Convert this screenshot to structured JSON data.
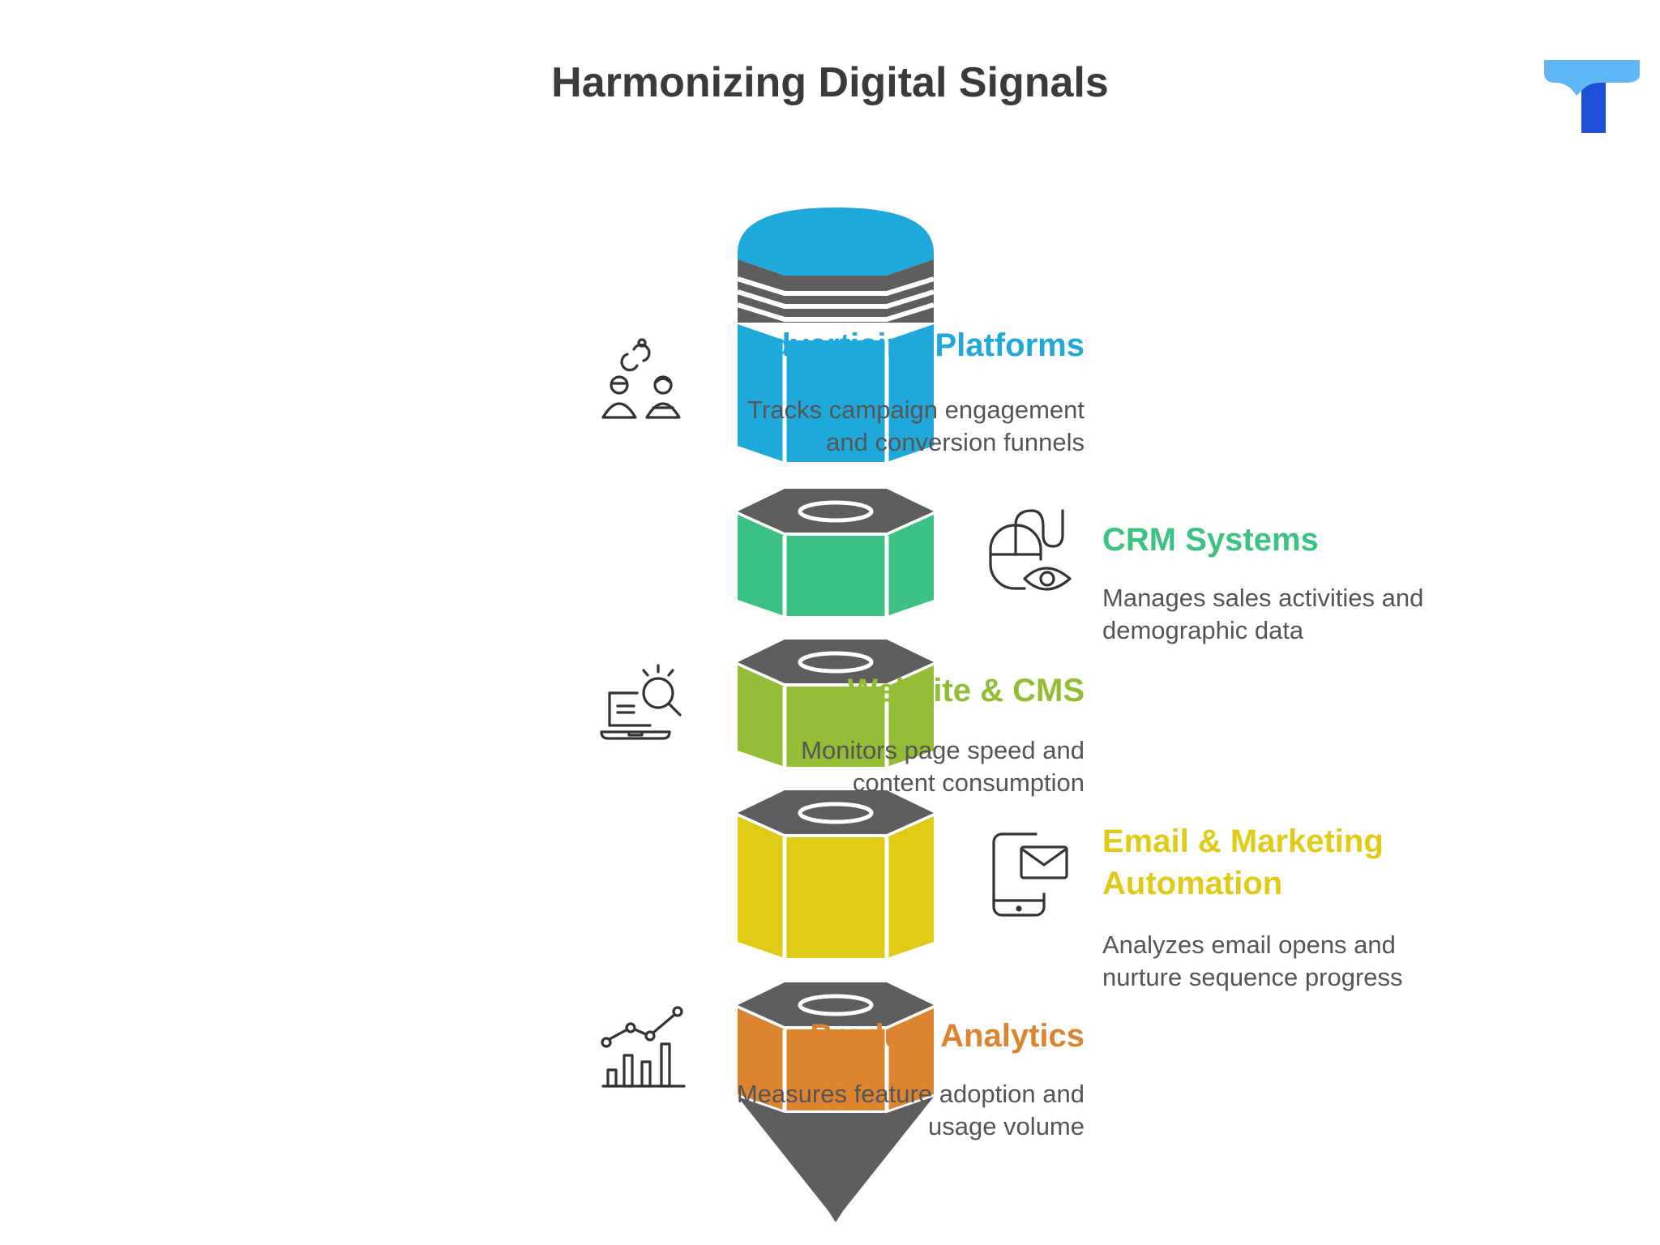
{
  "title": "Harmonizing Digital Signals",
  "stages": [
    {
      "heading": "Advertising Platforms",
      "description": "Tracks campaign engagement and conversion funnels",
      "color": "#1fa8da",
      "icon": "people-link-icon",
      "side": "left"
    },
    {
      "heading": "CRM Systems",
      "description": "Manages sales activities and demographic data",
      "color": "#3cc282",
      "icon": "mouse-eye-icon",
      "side": "right"
    },
    {
      "heading": "Website & CMS",
      "description": "Monitors page speed and content consumption",
      "color": "#93bd35",
      "icon": "laptop-search-icon",
      "side": "left"
    },
    {
      "heading": "Email & Marketing Automation",
      "description": "Analyzes email opens and nurture sequence progress",
      "color": "#e0cc17",
      "icon": "phone-mail-icon",
      "side": "right"
    },
    {
      "heading": "Product Analytics",
      "description": "Measures feature adoption and usage volume",
      "color": "#dd8431",
      "icon": "bar-chart-trend-icon",
      "side": "left"
    }
  ],
  "colors": {
    "dark": "#5e5e5e",
    "logo_light": "#5fb8f5",
    "logo_dark": "#1d4fd8"
  }
}
